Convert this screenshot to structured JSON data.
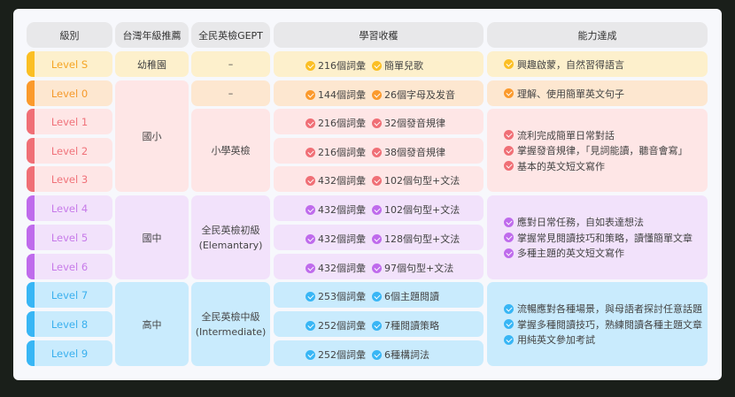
{
  "headers": {
    "level": "級別",
    "grade": "台灣年級推薦",
    "gept": "全民英檢GEPT",
    "learning": "學習收穫",
    "ability": "能力達成"
  },
  "colors": {
    "yellow": {
      "bg": "#fdf0cc",
      "accent": "#fbbf24",
      "text": "#f5a524"
    },
    "orange": {
      "bg": "#fde7d0",
      "accent": "#fb9a2c",
      "text": "#f59a2c"
    },
    "red": {
      "bg": "#fee6e6",
      "accent": "#f06f76",
      "text": "#f0727a"
    },
    "purple": {
      "bg": "#f2e2fb",
      "accent": "#bf6bec",
      "text": "#c77ae9"
    },
    "blue": {
      "bg": "#c9ebfd",
      "accent": "#38b6f5",
      "text": "#3ab0ee"
    }
  },
  "rows": [
    {
      "level": "Level S",
      "words": "216個詞彙",
      "extra": "簡單兒歌",
      "color": "yellow"
    },
    {
      "level": "Level 0",
      "words": "144個詞彙",
      "extra": "26個字母及发音",
      "color": "orange"
    },
    {
      "level": "Level 1",
      "words": "216個詞彙",
      "extra": "32個發音規律",
      "color": "red"
    },
    {
      "level": "Level 2",
      "words": "216個詞彙",
      "extra": "38個發音規律",
      "color": "red"
    },
    {
      "level": "Level 3",
      "words": "432個詞彙",
      "extra": "102個句型+文法",
      "color": "red"
    },
    {
      "level": "Level 4",
      "words": "432個詞彙",
      "extra": "102個句型+文法",
      "color": "purple"
    },
    {
      "level": "Level 5",
      "words": "432個詞彙",
      "extra": "128個句型+文法",
      "color": "purple"
    },
    {
      "level": "Level 6",
      "words": "432個詞彙",
      "extra": "97個句型+文法",
      "color": "purple"
    },
    {
      "level": "Level 7",
      "words": "253個詞彙",
      "extra": "6個主題閱讀",
      "color": "blue"
    },
    {
      "level": "Level 8",
      "words": "252個詞彙",
      "extra": "7種閱讀策略",
      "color": "blue"
    },
    {
      "level": "Level 9",
      "words": "252個詞彙",
      "extra": "6種構詞法",
      "color": "blue"
    }
  ],
  "grades": [
    {
      "label": "幼稚園",
      "color": "yellow"
    },
    {
      "label": "國小",
      "color": "red"
    },
    {
      "label": "國中",
      "color": "purple"
    },
    {
      "label": "高中",
      "color": "blue"
    }
  ],
  "gept": [
    {
      "line1": "–",
      "line2": "",
      "color": "yellow"
    },
    {
      "line1": "–",
      "line2": "",
      "color": "orange"
    },
    {
      "line1": "小學英檢",
      "line2": "",
      "color": "red"
    },
    {
      "line1": "全民英檢初級",
      "line2": "(Elemantary)",
      "color": "purple"
    },
    {
      "line1": "全民英檢中級",
      "line2": "(Intermediate)",
      "color": "blue"
    }
  ],
  "abilities": [
    {
      "color": "yellow",
      "items": [
        "興趣啟蒙，自然習得語言"
      ]
    },
    {
      "color": "orange",
      "items": [
        "理解、使用簡單英文句子"
      ]
    },
    {
      "color": "red",
      "items": [
        "流利完成簡單日常對話",
        "掌握發音規律，「見詞能讀，聽音會寫」",
        "基本的英文短文寫作"
      ]
    },
    {
      "color": "purple",
      "items": [
        "應對日常任務，自如表達想法",
        "掌握常見閱讀技巧和策略，讀懂簡單文章",
        "多種主題的英文短文寫作"
      ]
    },
    {
      "color": "blue",
      "items": [
        "流暢應對各種場景，與母語者探討任意話題",
        "掌握多種閱讀技巧，熟練閱讀各種主題文章",
        "用純英文參加考試"
      ]
    }
  ]
}
